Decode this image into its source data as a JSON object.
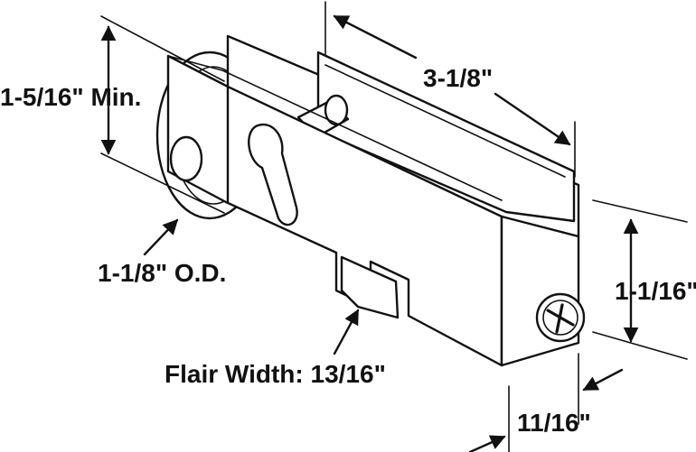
{
  "diagram": {
    "labels": {
      "min_height": "1-5/16\" Min.",
      "length": "3-1/8\"",
      "wheel_od": "1-1/8\" O.D.",
      "housing_height": "1-1/16\"",
      "flair_width": "Flair Width: 13/16\"",
      "width": "11/16\""
    },
    "colors": {
      "ink": "#111111",
      "paper": "#ffffff"
    }
  }
}
